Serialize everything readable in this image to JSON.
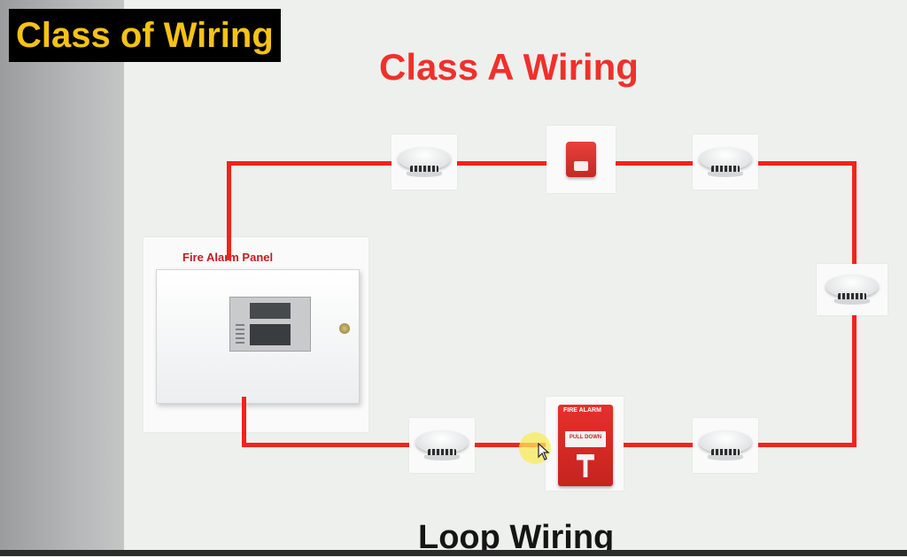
{
  "title_banner": "Class of Wiring",
  "heading": "Class A Wiring",
  "footer": "Loop Wiring",
  "panel": {
    "label": "Fire Alarm Panel"
  },
  "pull_station": {
    "top_text": "FIRE   ALARM",
    "handle_text": "PULL DOWN"
  },
  "colors": {
    "wire": "#f2231c",
    "heading": "#f0302a",
    "banner_text": "#f6c215",
    "banner_bg": "#000000"
  },
  "icons": [
    "smoke-detector-icon",
    "strobe-icon",
    "pull-station-icon",
    "fire-alarm-panel-icon",
    "mouse-cursor-icon"
  ]
}
